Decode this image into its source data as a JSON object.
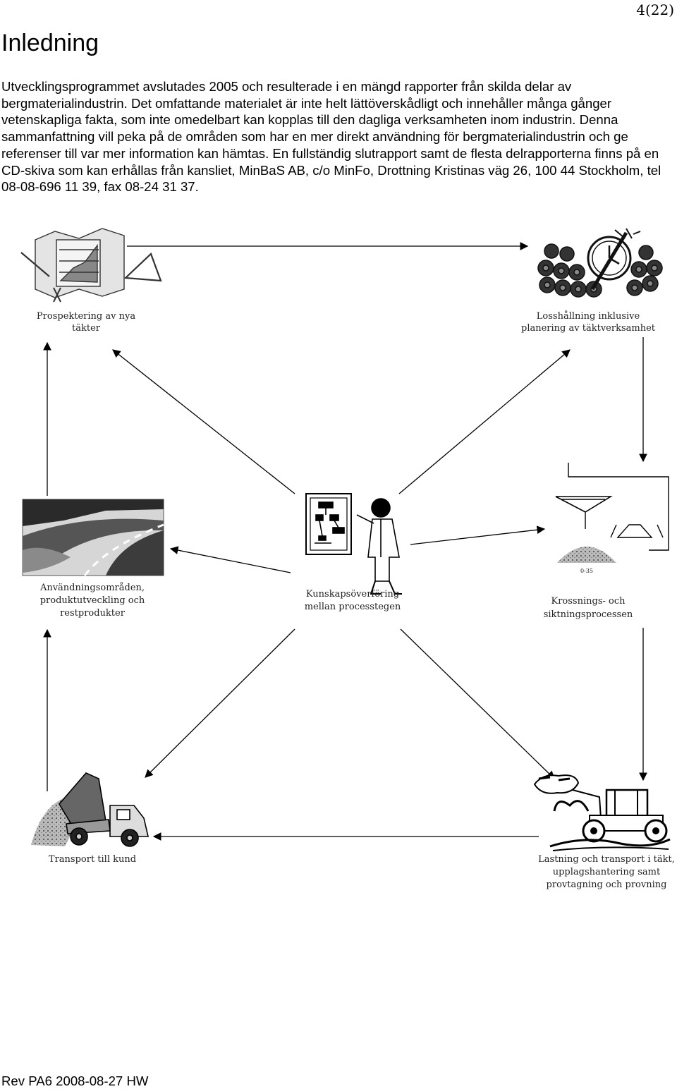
{
  "page": {
    "number": "4(22)",
    "footer": "Rev PA6 2008-08-27 HW"
  },
  "section": {
    "heading": "Inledning",
    "paragraph": "Utvecklingsprogrammet avslutades 2005 och resulterade i en mängd rapporter från skilda delar av bergmaterialindustrin. Det omfattande materialet är inte helt lättöverskådligt och innehåller många gånger vetenskapliga fakta, som inte omedelbart kan kopplas till den dagliga verksamheten inom industrin. Denna sammanfattning vill peka på de områden som har en mer direkt användning för bergmaterialindustrin och ge referenser till var mer information kan hämtas. En fullständig slutrapport samt de flesta delrapporterna finns på en CD-skiva som kan erhållas från kansliet, MinBaS AB, c/o MinFo, Drottning Kristinas väg 26, 100 44 Stockholm, tel 08-08-696 11 39, fax 08-24 31 37."
  },
  "diagram": {
    "nodes": {
      "prospecting": {
        "icon": "map-drawing-icon",
        "caption": [
          "Prospektering av nya",
          "täkter"
        ]
      },
      "blasting": {
        "icon": "explosives-icon",
        "caption": [
          "Losshållning inklusive",
          "planering av täktverksamhet"
        ]
      },
      "crushing": {
        "icon": "crusher-screen-icon",
        "label": "0-35",
        "caption": [
          "Krossnings- och",
          "siktningsprocessen"
        ]
      },
      "loading": {
        "icon": "wheel-loader-icon",
        "caption": [
          "Lastning och transport i täkt,",
          "upplagshantering samt",
          "provtagning och provning"
        ]
      },
      "transport": {
        "icon": "dump-truck-icon",
        "caption": [
          "Transport till kund"
        ]
      },
      "applications": {
        "icon": "road-landscape-icon",
        "caption": [
          "Användningsområden,",
          "produktutveckling och",
          "restprodukter"
        ]
      },
      "center": {
        "icon": "presenter-flowchart-icon",
        "caption": [
          "Kunskapsöverföring",
          "mellan processtegen"
        ]
      }
    }
  }
}
